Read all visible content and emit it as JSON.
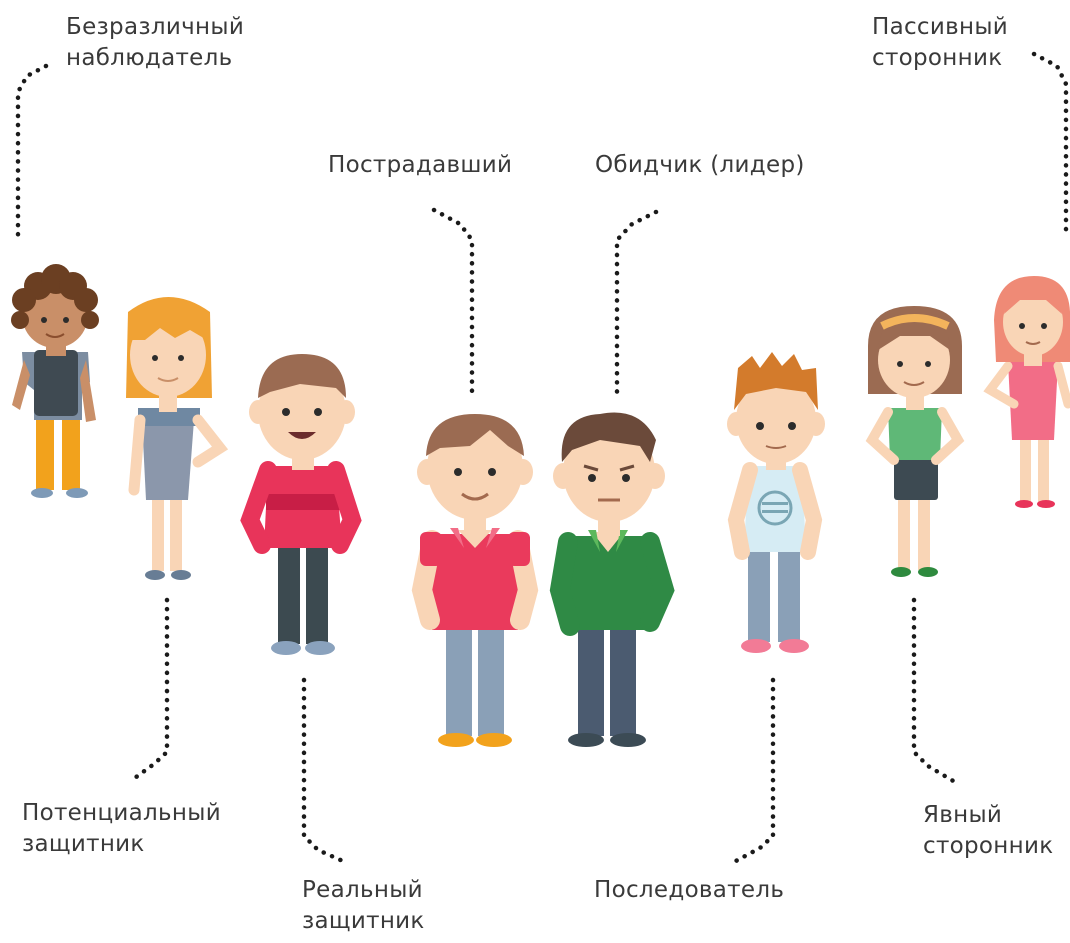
{
  "labels": {
    "indifferent": [
      "Безразличный",
      "наблюдатель"
    ],
    "passive": [
      "Пассивный",
      "сторонник"
    ],
    "victim": [
      "Пострадавший"
    ],
    "bully": [
      "Обидчик (лидер)"
    ],
    "potential": [
      "Потенциальный",
      "защитник"
    ],
    "real": [
      "Реальный",
      "защитник"
    ],
    "follower": [
      "Последователь"
    ],
    "explicit": [
      "Явный",
      "сторонник"
    ]
  },
  "colors": {
    "text": "#3a3a3a",
    "dots": "#1a1a1a",
    "skin": "#f9d5b6",
    "skin_dark": "#c98f68"
  },
  "figures": [
    "boy-curly-hair-figure",
    "girl-grey-dress-figure",
    "boy-red-sweater-figure",
    "boy-red-shirt-figure",
    "boy-green-shirt-figure",
    "boy-spiky-hair-figure",
    "girl-green-top-figure",
    "girl-pink-dress-figure"
  ]
}
